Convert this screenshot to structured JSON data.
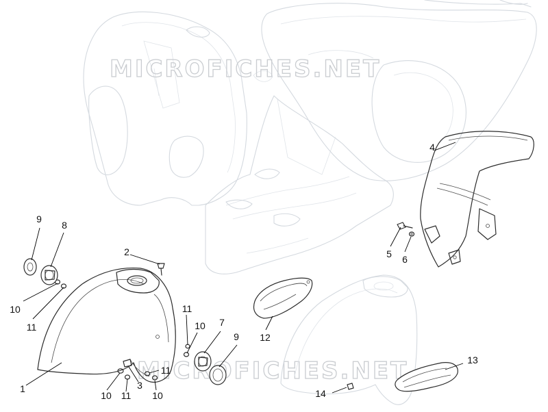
{
  "watermark": {
    "text": "MICROFICHES.NET"
  },
  "callouts": [
    {
      "id": "c9a",
      "label": "9"
    },
    {
      "id": "c8",
      "label": "8"
    },
    {
      "id": "c10a",
      "label": "10"
    },
    {
      "id": "c11a",
      "label": "11"
    },
    {
      "id": "c2",
      "label": "2"
    },
    {
      "id": "c11b",
      "label": "11"
    },
    {
      "id": "c10b",
      "label": "10"
    },
    {
      "id": "c7",
      "label": "7"
    },
    {
      "id": "c9b",
      "label": "9"
    },
    {
      "id": "c1",
      "label": "1"
    },
    {
      "id": "c3",
      "label": "3"
    },
    {
      "id": "c11c",
      "label": "11"
    },
    {
      "id": "c10c",
      "label": "10"
    },
    {
      "id": "c10d",
      "label": "10"
    },
    {
      "id": "c11d",
      "label": "11"
    },
    {
      "id": "c4",
      "label": "4"
    },
    {
      "id": "c5",
      "label": "5"
    },
    {
      "id": "c6",
      "label": "6"
    },
    {
      "id": "c12",
      "label": "12"
    },
    {
      "id": "c13",
      "label": "13"
    },
    {
      "id": "c14",
      "label": "14"
    }
  ]
}
